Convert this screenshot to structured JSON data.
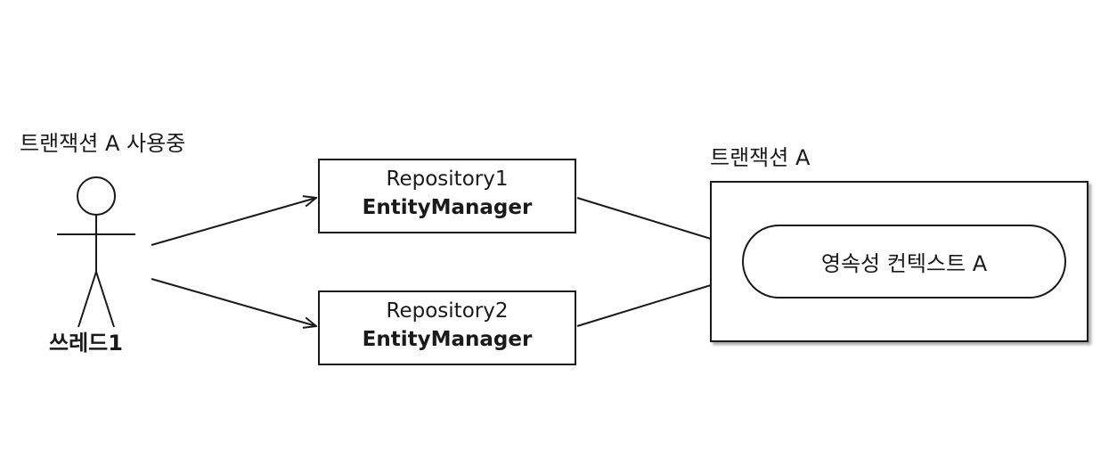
{
  "actor": {
    "status_label": "트랜잭션 A 사용중",
    "name": "쓰레드1"
  },
  "repositories": [
    {
      "name": "Repository1",
      "manager": "EntityManager"
    },
    {
      "name": "Repository2",
      "manager": "EntityManager"
    }
  ],
  "transaction": {
    "label": "트랜잭션 A",
    "persistence_context": "영속성 컨텍스트 A"
  },
  "colors": {
    "stroke": "#1a1a1a",
    "background": "#ffffff"
  }
}
